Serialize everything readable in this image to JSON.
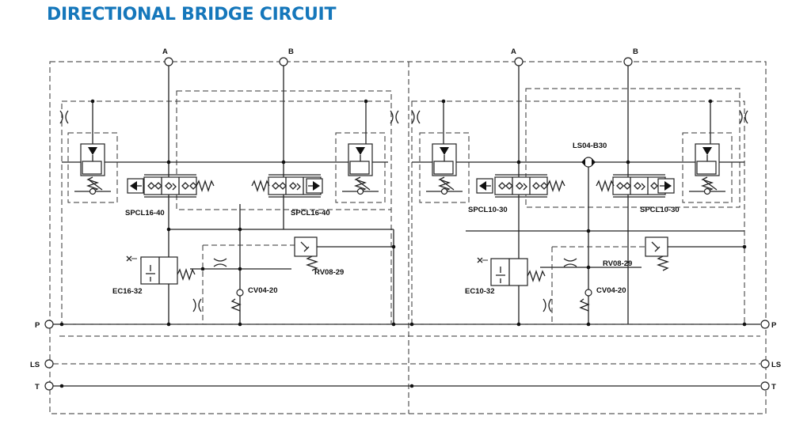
{
  "title": "DIRECTIONAL BRIDGE CIRCUIT",
  "colors": {
    "title": "#1577BB",
    "lines": "#222222"
  },
  "ports": {
    "top": [
      "A",
      "B",
      "A",
      "B"
    ],
    "left": [
      "P",
      "LS",
      "T"
    ],
    "right": [
      "P",
      "LS",
      "T"
    ]
  },
  "components": {
    "left_spool_1": "SPCL16-40",
    "left_spool_2": "SPCL16-40",
    "left_relief": "RV08-29",
    "left_compensator": "EC16-32",
    "left_check": "CV04-20",
    "shuttle": "LS04-B30",
    "right_spool_1": "SPCL10-30",
    "right_spool_2": "SPCL10-30",
    "right_relief": "RV08-29",
    "right_compensator": "EC10-32",
    "right_check": "CV04-20"
  }
}
